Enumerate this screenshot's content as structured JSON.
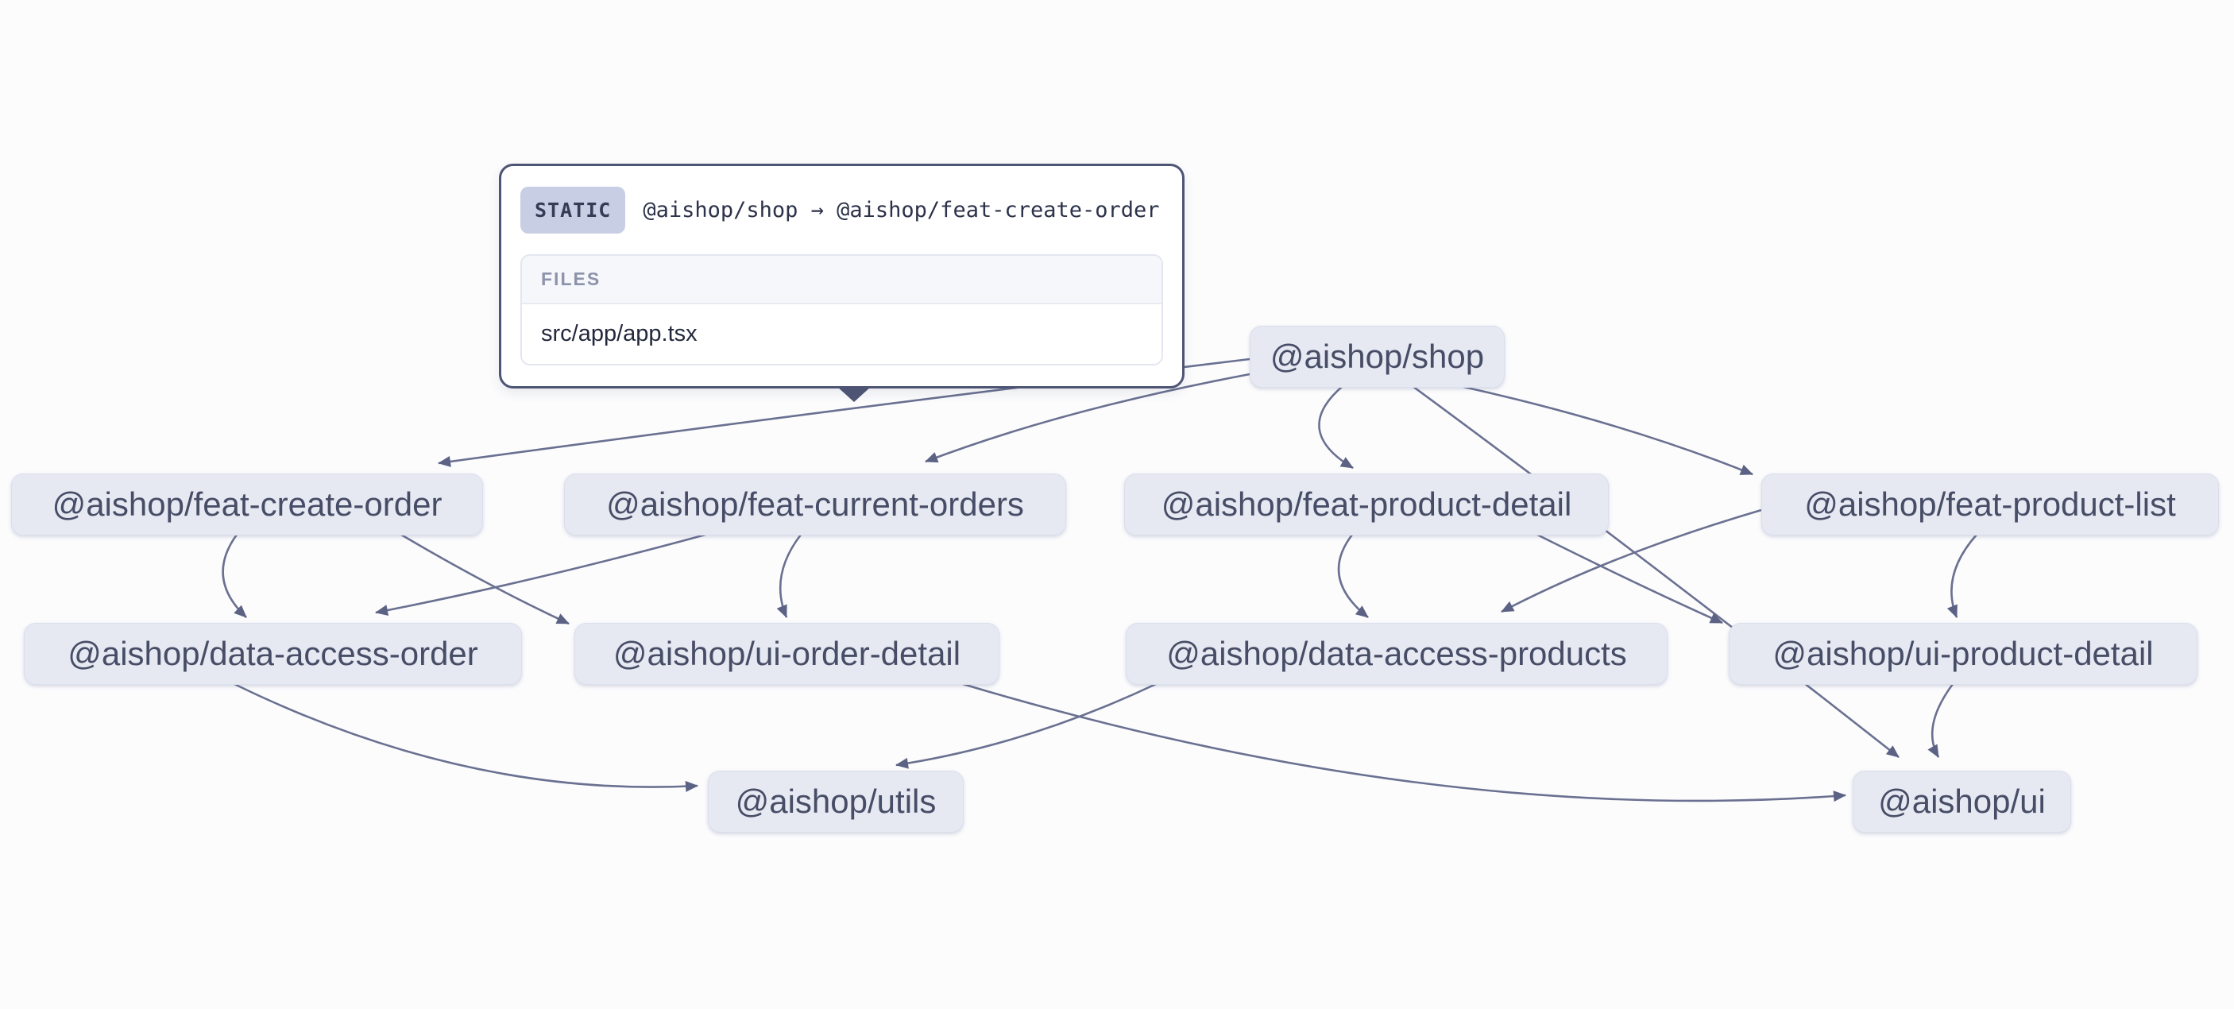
{
  "canvas": {
    "background_color": "#fcfcfd",
    "node_fill_color": "#e6e9f2",
    "node_text_color": "#474d66",
    "edge_color": "#6a7090",
    "tooltip_border_color": "#4d5474",
    "badge_fill_color": "#c8cee3"
  },
  "tooltip": {
    "type_badge": "STATIC",
    "title": "@aishop/shop → @aishop/feat-create-order",
    "files_header": "FILES",
    "files": [
      "src/app/app.tsx"
    ]
  },
  "nodes": [
    {
      "id": "shop",
      "label": "@aishop/shop"
    },
    {
      "id": "feat-create-order",
      "label": "@aishop/feat-create-order"
    },
    {
      "id": "feat-current-orders",
      "label": "@aishop/feat-current-orders"
    },
    {
      "id": "feat-product-detail",
      "label": "@aishop/feat-product-detail"
    },
    {
      "id": "feat-product-list",
      "label": "@aishop/feat-product-list"
    },
    {
      "id": "data-access-order",
      "label": "@aishop/data-access-order"
    },
    {
      "id": "ui-order-detail",
      "label": "@aishop/ui-order-detail"
    },
    {
      "id": "data-access-products",
      "label": "@aishop/data-access-products"
    },
    {
      "id": "ui-product-detail",
      "label": "@aishop/ui-product-detail"
    },
    {
      "id": "utils",
      "label": "@aishop/utils"
    },
    {
      "id": "ui",
      "label": "@aishop/ui"
    }
  ],
  "edges": [
    {
      "source": "@aishop/shop",
      "target": "@aishop/feat-create-order",
      "type": "static",
      "state": "hovered-tooltip-shown"
    },
    {
      "source": "@aishop/shop",
      "target": "@aishop/feat-current-orders",
      "type": "static"
    },
    {
      "source": "@aishop/shop",
      "target": "@aishop/feat-product-detail",
      "type": "static"
    },
    {
      "source": "@aishop/shop",
      "target": "@aishop/feat-product-list",
      "type": "static"
    },
    {
      "source": "@aishop/shop",
      "target": "@aishop/ui",
      "type": "static"
    },
    {
      "source": "@aishop/feat-create-order",
      "target": "@aishop/data-access-order",
      "type": "static"
    },
    {
      "source": "@aishop/feat-create-order",
      "target": "@aishop/ui-order-detail",
      "type": "static"
    },
    {
      "source": "@aishop/feat-current-orders",
      "target": "@aishop/data-access-order",
      "type": "static"
    },
    {
      "source": "@aishop/feat-current-orders",
      "target": "@aishop/ui-order-detail",
      "type": "static"
    },
    {
      "source": "@aishop/feat-product-detail",
      "target": "@aishop/data-access-products",
      "type": "static"
    },
    {
      "source": "@aishop/feat-product-detail",
      "target": "@aishop/ui-product-detail",
      "type": "static"
    },
    {
      "source": "@aishop/feat-product-list",
      "target": "@aishop/data-access-products",
      "type": "static"
    },
    {
      "source": "@aishop/feat-product-list",
      "target": "@aishop/ui-product-detail",
      "type": "static"
    },
    {
      "source": "@aishop/data-access-order",
      "target": "@aishop/utils",
      "type": "static"
    },
    {
      "source": "@aishop/data-access-products",
      "target": "@aishop/utils",
      "type": "static"
    },
    {
      "source": "@aishop/ui-order-detail",
      "target": "@aishop/ui",
      "type": "static"
    },
    {
      "source": "@aishop/ui-product-detail",
      "target": "@aishop/ui",
      "type": "static"
    }
  ]
}
